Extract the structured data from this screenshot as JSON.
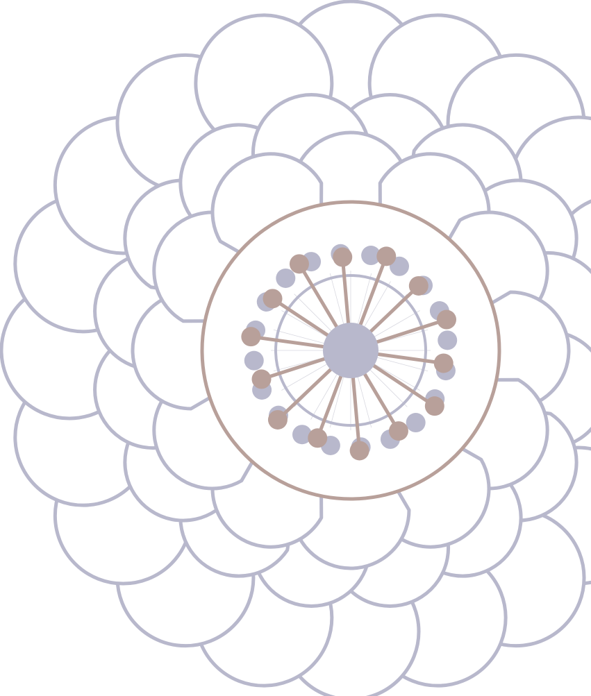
{
  "artwork": {
    "name": "floral-mandala",
    "colors": {
      "background": "#ffffff",
      "petal_stroke": "#b8b8cc",
      "accent": "#b8a09a",
      "hub": "#b8b8cc",
      "guide_lines": "#d8d8e0"
    },
    "outer_scallop_count": 20,
    "outer_petal_count": 16,
    "inner_petal_count": 12,
    "stamen_count": 14,
    "dot_ring_count": 20
  }
}
